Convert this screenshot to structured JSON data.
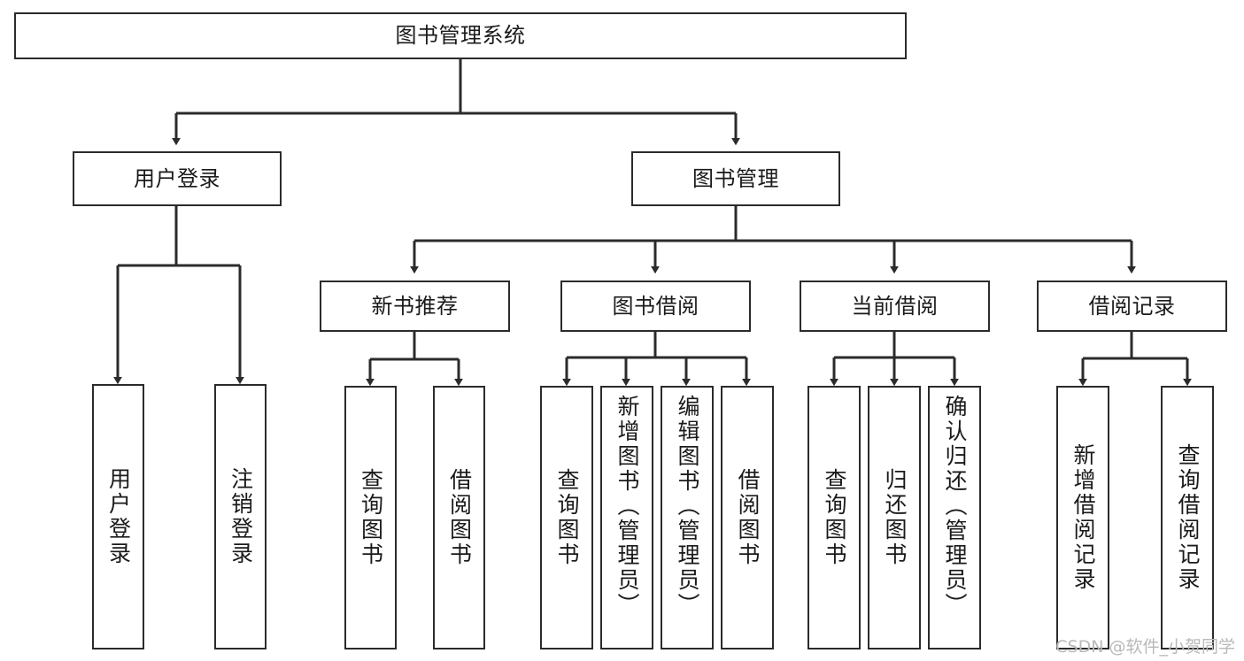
{
  "diagram": {
    "title": "图书管理系统",
    "type": "tree-hierarchy",
    "root": {
      "id": "root",
      "label": "图书管理系统"
    },
    "level2": [
      {
        "id": "user-login",
        "label": "用户登录"
      },
      {
        "id": "book-manage",
        "label": "图书管理"
      }
    ],
    "level3": [
      {
        "id": "new-book-recommend",
        "label": "新书推荐",
        "parent": "book-manage"
      },
      {
        "id": "book-borrow",
        "label": "图书借阅",
        "parent": "book-manage"
      },
      {
        "id": "current-borrow",
        "label": "当前借阅",
        "parent": "book-manage"
      },
      {
        "id": "borrow-record",
        "label": "借阅记录",
        "parent": "book-manage"
      }
    ],
    "leaves": {
      "user_login": [
        {
          "id": "leaf-user-login",
          "label": "用户登录"
        },
        {
          "id": "leaf-logout",
          "label": "注销登录"
        }
      ],
      "new_book_recommend": [
        {
          "id": "leaf-query-book-1",
          "label": "查询图书"
        },
        {
          "id": "leaf-borrow-book-1",
          "label": "借阅图书"
        }
      ],
      "book_borrow": [
        {
          "id": "leaf-query-book-2",
          "label": "查询图书"
        },
        {
          "id": "leaf-add-book",
          "label": "新增图书（管理员）"
        },
        {
          "id": "leaf-edit-book",
          "label": "编辑图书（管理员）"
        },
        {
          "id": "leaf-borrow-book-2",
          "label": "借阅图书"
        }
      ],
      "current_borrow": [
        {
          "id": "leaf-query-book-3",
          "label": "查询图书"
        },
        {
          "id": "leaf-return-book",
          "label": "归还图书"
        },
        {
          "id": "leaf-confirm-return",
          "label": "确认归还（管理员）"
        }
      ],
      "borrow_record": [
        {
          "id": "leaf-add-record",
          "label": "新增借阅记录"
        },
        {
          "id": "leaf-query-record",
          "label": "查询借阅记录"
        }
      ]
    }
  },
  "watermark": {
    "text": "CSDN @软件_小贺同学"
  },
  "colors": {
    "stroke": "#2b2b2b",
    "background": "#ffffff",
    "text": "#1a1a1a",
    "watermark": "#b9b9b9"
  }
}
